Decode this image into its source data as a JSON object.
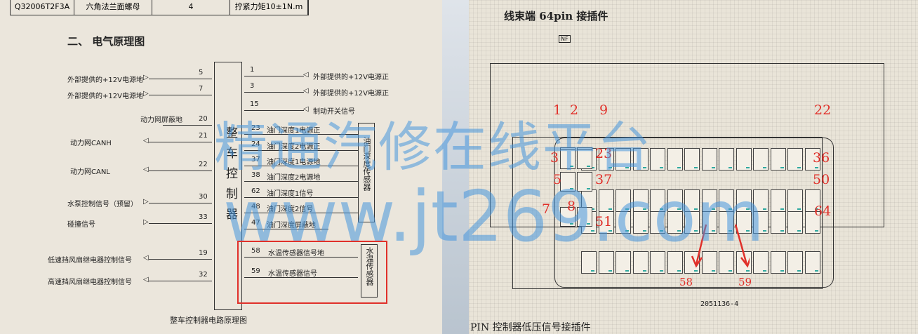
{
  "left_doc": {
    "table_row": [
      "Q32006T2F3A",
      "六角法兰面螺母",
      "4",
      "拧紧力矩10±1N.m"
    ],
    "section_title": "二、    电气原理图",
    "ecu_label": "整车控制器",
    "left_pins": [
      {
        "num": "5",
        "label": "外部提供的+12V电源地"
      },
      {
        "num": "7",
        "label": "外部提供的+12V电源地"
      },
      {
        "num": "20",
        "label": "动力网屏蔽地"
      },
      {
        "num": "21",
        "label": "动力网CANH"
      },
      {
        "num": "22",
        "label": "动力网CANL"
      },
      {
        "num": "30",
        "label": "水泵控制信号（预留）"
      },
      {
        "num": "33",
        "label": "碰撞信号"
      },
      {
        "num": "19",
        "label": "低速挡风扇继电器控制信号"
      },
      {
        "num": "32",
        "label": "高速挡风扇继电器控制信号"
      }
    ],
    "right_pins": [
      {
        "num": "1",
        "label": "外部提供的+12V电源正"
      },
      {
        "num": "3",
        "label": "外部提供的+12V电源正"
      },
      {
        "num": "15",
        "label": "制动开关信号"
      },
      {
        "num": "23",
        "label": "油门深度1电源正"
      },
      {
        "num": "24",
        "label": "油门深度2电源正"
      },
      {
        "num": "37",
        "label": "油门深度1电源地"
      },
      {
        "num": "38",
        "label": "油门深度2电源地"
      },
      {
        "num": "62",
        "label": "油门深度1信号"
      },
      {
        "num": "48",
        "label": "油门深度2信号"
      },
      {
        "num": "47",
        "label": "油门深度屏蔽地"
      },
      {
        "num": "58",
        "label": "水温传感器信号地"
      },
      {
        "num": "59",
        "label": "水温传感器信号"
      }
    ],
    "throttle_sensor": "油门深度传感器",
    "water_temp_sensor": "水温传感器",
    "caption": "整车控制器电路原理图"
  },
  "right_doc": {
    "title": "线束端 64pin 接插件",
    "tag": "NF",
    "pin_markers": [
      "1",
      "2",
      "9",
      "22",
      "3",
      "23",
      "36",
      "5",
      "37",
      "50",
      "7",
      "8",
      "51",
      "64"
    ],
    "arrow_labels": [
      "58",
      "59"
    ],
    "part_number": "2051136-4",
    "footer": "PIN 控制器低压信号接插件"
  },
  "watermark": {
    "line1": "精通汽修在线平台",
    "line2": "www.jt269.com"
  },
  "colors": {
    "highlight": "#e0302a",
    "watermark": "#4696dc"
  }
}
